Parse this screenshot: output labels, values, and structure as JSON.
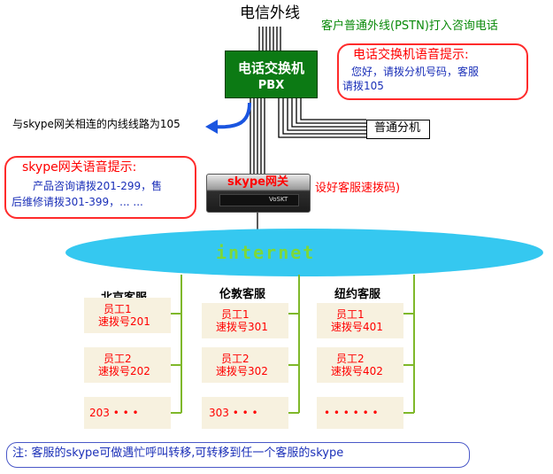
{
  "top": {
    "outside_line_label": "电信外线",
    "pstn_note": "客户普通外线(PSTN)打入咨询电话"
  },
  "pbx": {
    "title": "电话交换机",
    "subtitle": "PBX"
  },
  "pbx_prompt": {
    "title": "电话交换机语音提示:",
    "line1": "您好，请拨分机号码，客服",
    "line2": "请拨105"
  },
  "internal_line_note": "与skype网关相连的内线线路为105",
  "extension_label": "普通分机",
  "gateway_prompt": {
    "title": "skype网关语音提示:",
    "line1": "产品咨询请拨201-299，售",
    "line2": "后维修请拨301-399，... ..."
  },
  "gateway": {
    "label": "skype网关",
    "device_text": "VoSKT",
    "note": "设好客服速拨码)"
  },
  "network": {
    "label": "internet"
  },
  "sites": [
    {
      "name": "北京客服",
      "employees": [
        {
          "name": "员工1",
          "speed_dial": "速拨号201"
        },
        {
          "name": "员工2",
          "speed_dial": "速拨号202"
        }
      ],
      "more": "203  • • •"
    },
    {
      "name": "伦敦客服",
      "employees": [
        {
          "name": "员工1",
          "speed_dial": "速拨号301"
        },
        {
          "name": "员工2",
          "speed_dial": "速拨号302"
        }
      ],
      "more": "303  • • •"
    },
    {
      "name": "纽约客服",
      "employees": [
        {
          "name": "员工1",
          "speed_dial": "速拨号401"
        },
        {
          "name": "员工2",
          "speed_dial": "速拨号402"
        }
      ],
      "more": "• • •   • • •"
    }
  ],
  "footer_note": "注: 客服的skype可做遇忙呼叫转移,可转移到任一个客服的skype",
  "colors": {
    "pbx_green": "#0c7a14",
    "callout_red": "#ff2b2b",
    "cloud_cyan": "#35c8f0",
    "trunk_green": "#7fb82a",
    "note_blue": "#1a2fb8"
  }
}
